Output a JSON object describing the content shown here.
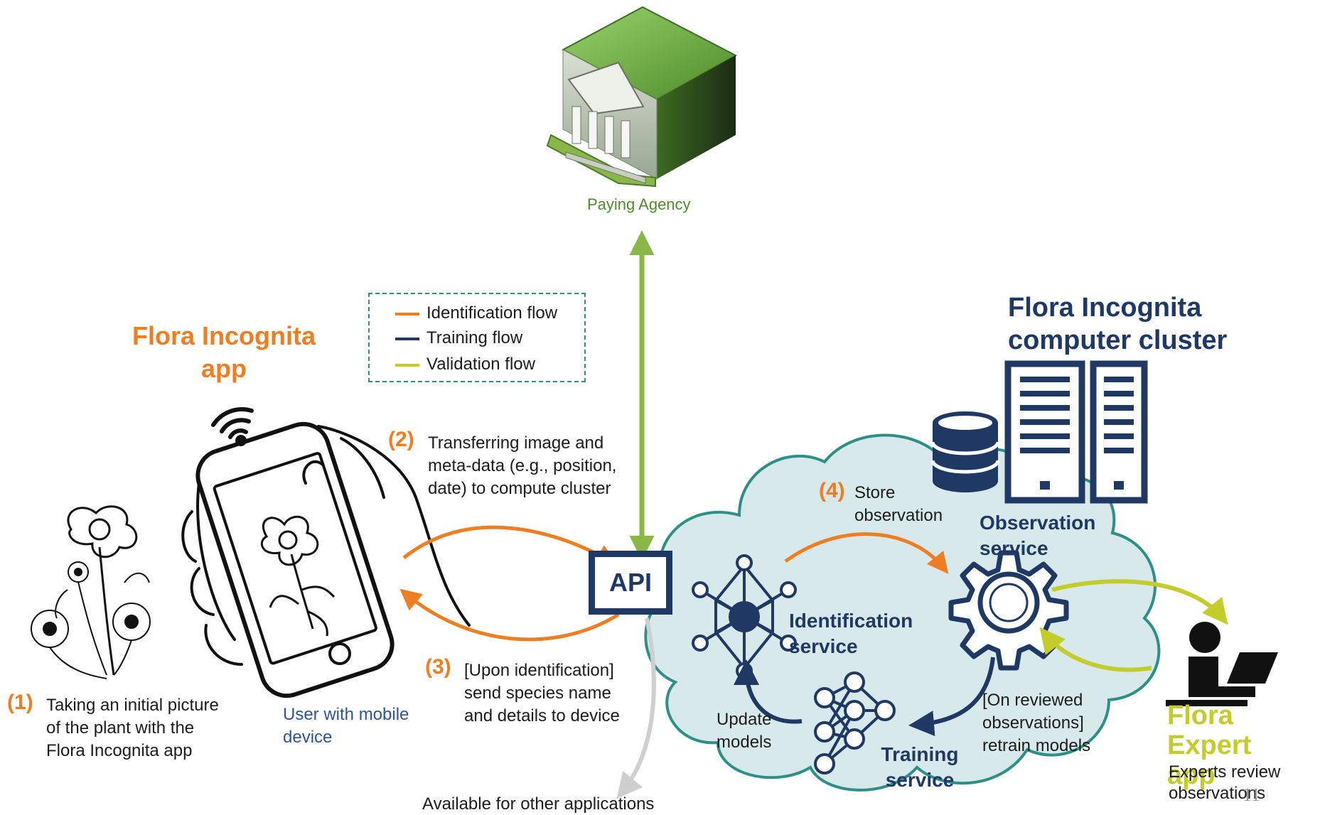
{
  "paying_agency": {
    "label": "Paying Agency"
  },
  "legend": {
    "items": [
      {
        "label": "Identification flow",
        "color": "#ef7d22"
      },
      {
        "label": "Training flow",
        "color": "#1f3864"
      },
      {
        "label": "Validation flow",
        "color": "#c3cc2a"
      }
    ]
  },
  "app": {
    "title_line1": "Flora Incognita",
    "title_line2": "app"
  },
  "cluster": {
    "title_line1": "Flora Incognita",
    "title_line2": "computer cluster"
  },
  "steps": {
    "s1": {
      "number": "(1)",
      "lines": [
        "Taking an initial picture",
        "of the plant with the",
        "Flora Incognita app"
      ]
    },
    "s2": {
      "number": "(2)",
      "lines": [
        "Transferring image and",
        "meta-data (e.g., position,",
        "date) to compute cluster"
      ]
    },
    "s3": {
      "number": "(3)",
      "lines": [
        "[Upon identification]",
        "send species name",
        "and details to device"
      ]
    },
    "s4": {
      "number": "(4)",
      "lines": [
        "Store",
        "observation"
      ]
    }
  },
  "user_caption": {
    "line1": "User with mobile",
    "line2": "device"
  },
  "api": {
    "label": "API"
  },
  "services": {
    "identification": {
      "line1": "Identification",
      "line2": "service"
    },
    "observation": {
      "line1": "Observation",
      "line2": "service"
    },
    "training": {
      "line1": "Training",
      "line2": "service"
    }
  },
  "labels": {
    "update_models": {
      "line1": "Update",
      "line2": "models"
    },
    "retrain": {
      "line1": "[On reviewed",
      "line2": "observations]",
      "line3": "retrain models"
    },
    "other_apps": "Available for other applications"
  },
  "expert": {
    "title_line1": "Flora Expert",
    "title_line2": "app",
    "caption_line1": "Experts review",
    "caption_line2": "observations"
  },
  "page_number": "11",
  "colors": {
    "identification": "#ef7d22",
    "training": "#1f3864",
    "validation": "#c3cc2a",
    "agency": "#8ab848",
    "other": "#cfcfcf",
    "cloud_fill": "#d7e9ea",
    "cloud_stroke": "#2e8f87"
  }
}
